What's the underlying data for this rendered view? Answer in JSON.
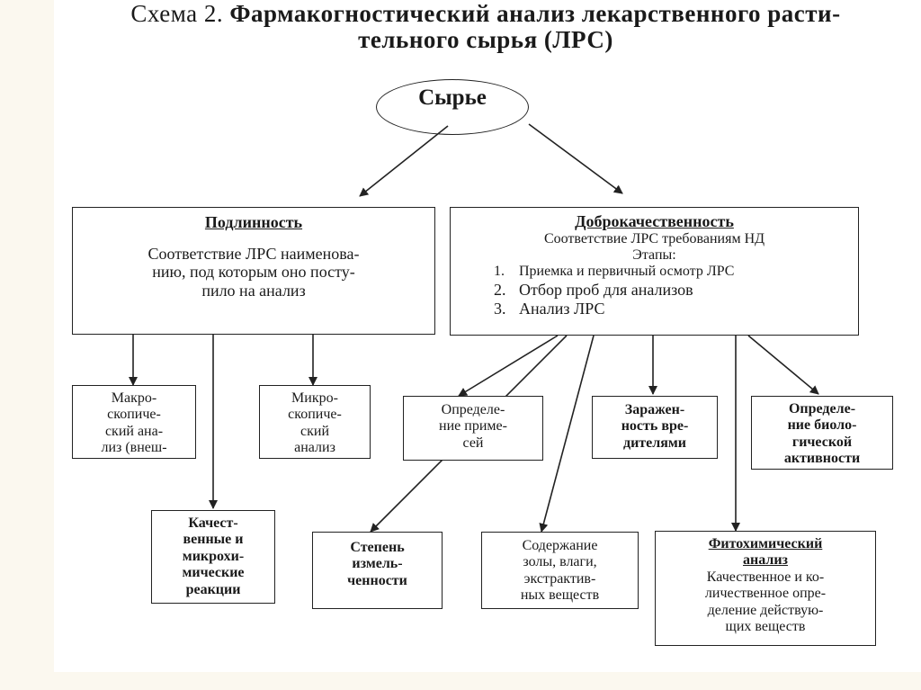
{
  "title": {
    "prefix": "Схема 2.",
    "line1": "Фармакогностический анализ лекарственного расти-",
    "line2": "тельного сырья (ЛРС)"
  },
  "root": "Сырье",
  "authenticity": {
    "heading": "Подлинность",
    "text_l1": "Соответствие ЛРС наименова-",
    "text_l2": "нию, под которым оно посту-",
    "text_l3": "пило на анализ"
  },
  "quality": {
    "heading": "Доброкачественность",
    "subtitle": "Соответствие ЛРС требованиям НД",
    "stages": "Этапы:",
    "items": [
      {
        "num": "1.",
        "text": "Приемка и первичный осмотр ЛРС"
      },
      {
        "num": "2.",
        "text": "Отбор проб для анализов"
      },
      {
        "num": "3.",
        "text": "Анализ ЛРС"
      }
    ]
  },
  "macro": {
    "l1": "Макро-",
    "l2": "скопиче-",
    "l3": "ский ана-",
    "l4": "лиз (внеш-"
  },
  "micro": {
    "l1": "Микро-",
    "l2": "скопиче-",
    "l3": "ский",
    "l4": "анализ"
  },
  "qualitative": {
    "l1": "Качест-",
    "l2": "венные и",
    "l3": "микрохи-",
    "l4": "мические",
    "l5": "реакции"
  },
  "impurities": {
    "l1": "Определе-",
    "l2": "ние приме-",
    "l3": "сей"
  },
  "infestation": {
    "l1": "Заражен-",
    "l2": "ность вре-",
    "l3": "дителями"
  },
  "bioactivity": {
    "l1": "Определе-",
    "l2": "ние биоло-",
    "l3": "гической",
    "l4": "активности"
  },
  "grinding": {
    "l1": "Степень",
    "l2": "измель-",
    "l3": "ченности"
  },
  "content": {
    "l1": "Содержание",
    "l2": "золы, влаги,",
    "l3": "экстрактив-",
    "l4": "ных веществ"
  },
  "phyto": {
    "heading_l1": "Фитохимический",
    "heading_l2": "анализ",
    "l1": "Качественное и ко-",
    "l2": "личественное опре-",
    "l3": "деление действую-",
    "l4": "щих веществ"
  }
}
